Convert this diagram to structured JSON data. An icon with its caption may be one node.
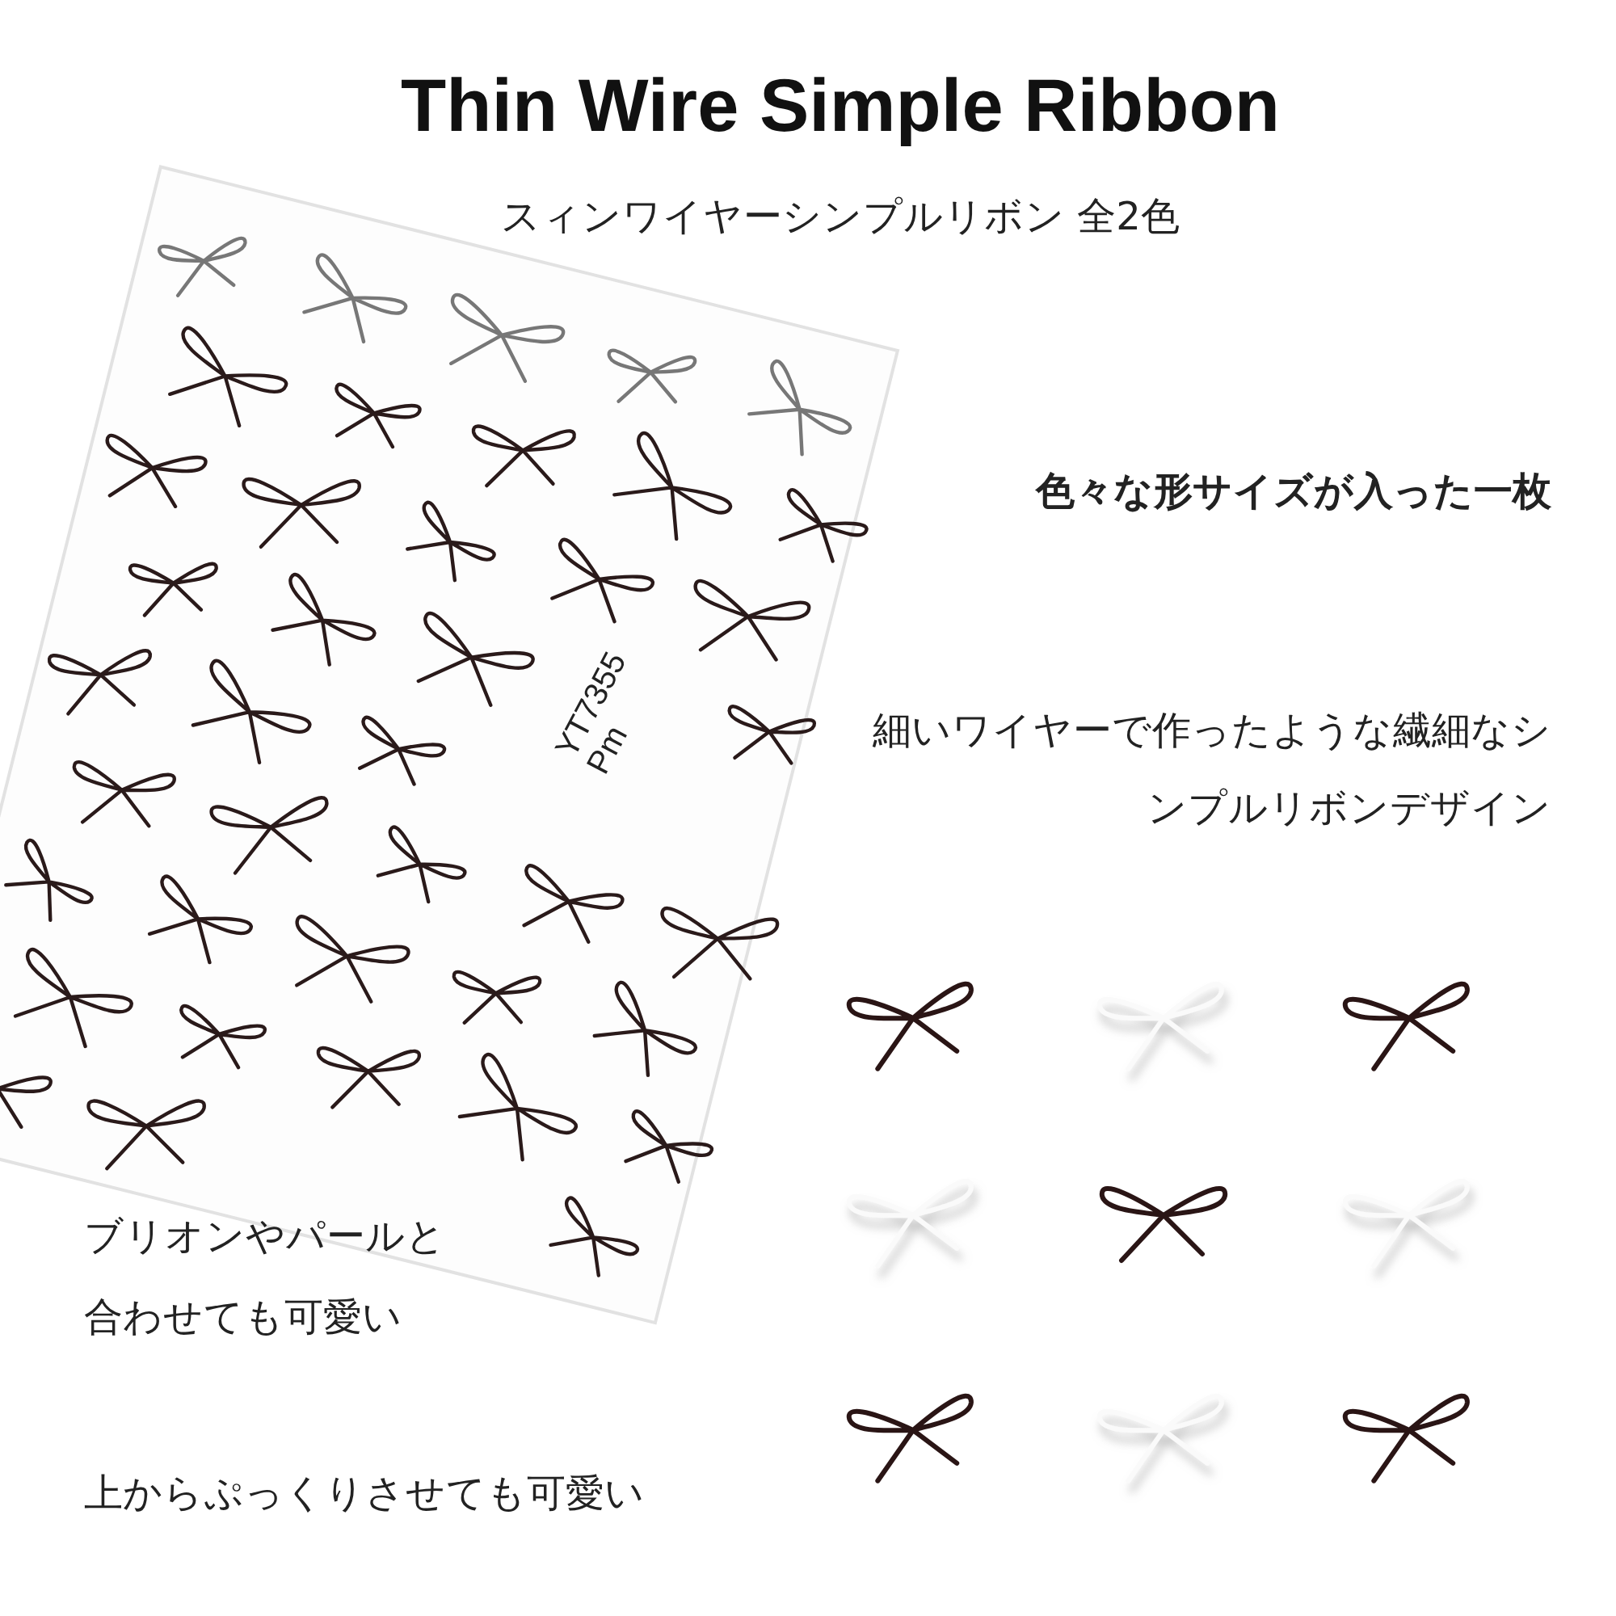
{
  "diagram": {
    "title": "Thin Wire Simple Ribbon",
    "labels": [
      "スィンワイヤーシンプルリボン 全2色",
      "色々な形サイズが入った一枚",
      "YT7355",
      "Pm",
      "細いワイヤーで作ったような繊細なシンプルリボンデザイン",
      "ブリオンやパールと合わせても可愛い",
      "上からぷっくりさせても可愛い"
    ]
  }
}
